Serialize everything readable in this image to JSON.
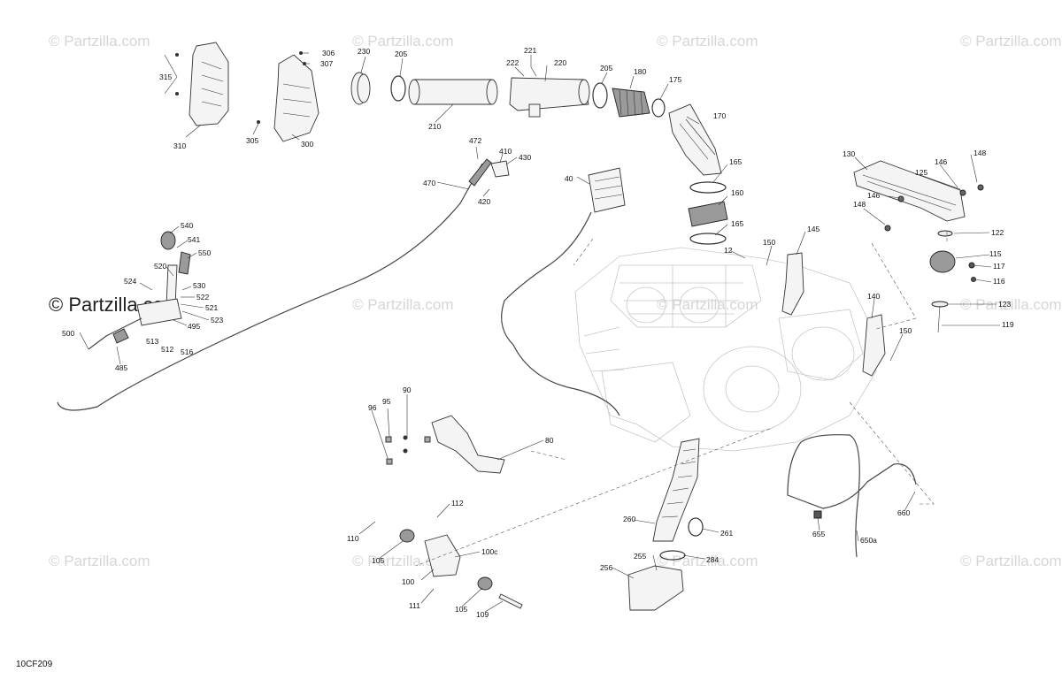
{
  "diagram": {
    "code": "10CF209",
    "watermarks": [
      "© Partzilla.com"
    ],
    "watermark_primary": "© Partzilla.com",
    "callouts": [
      "306",
      "307",
      "315",
      "310",
      "305",
      "300",
      "230",
      "205",
      "210",
      "221",
      "222",
      "220",
      "205",
      "180",
      "175",
      "170",
      "165",
      "160",
      "165",
      "472",
      "410",
      "430",
      "470",
      "420",
      "40",
      "130",
      "148",
      "146",
      "125",
      "146",
      "148",
      "122",
      "115",
      "117",
      "116",
      "123",
      "119",
      "12",
      "150",
      "145",
      "140",
      "150",
      "540",
      "541",
      "550",
      "520",
      "524",
      "530",
      "522",
      "521",
      "523",
      "495",
      "513",
      "512",
      "516",
      "500",
      "485",
      "90",
      "95",
      "96",
      "80",
      "112",
      "110",
      "105",
      "100c",
      "100",
      "111",
      "105",
      "109",
      "260",
      "261",
      "284",
      "255",
      "256",
      "655",
      "650a",
      "660"
    ]
  }
}
